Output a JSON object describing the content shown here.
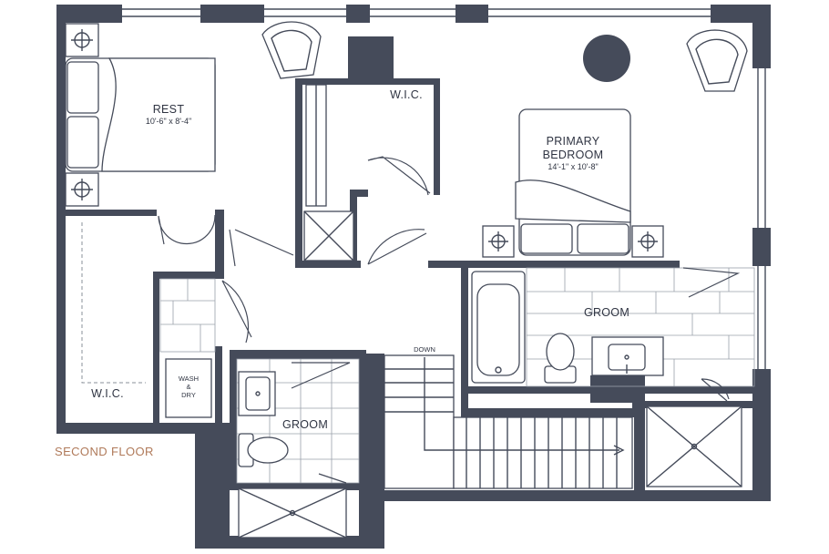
{
  "floor_label": "SECOND FLOOR",
  "rooms": {
    "rest": {
      "name": "REST",
      "dimensions": "10'-6\" x 8'-4\""
    },
    "wic_upper": {
      "name": "W.I.C."
    },
    "primary": {
      "name_line1": "PRIMARY",
      "name_line2": "BEDROOM",
      "dimensions": "14'-1\" x 10'-8\""
    },
    "wic_left": {
      "name": "W.I.C."
    },
    "laundry": {
      "line1": "WASH",
      "line2": "&",
      "line3": "DRY"
    },
    "groom_primary": {
      "name": "GROOM"
    },
    "groom_secondary": {
      "name": "GROOM"
    },
    "stairs": {
      "label": "DOWN"
    }
  },
  "colors": {
    "wall": "#454b5a",
    "floor_label": "#b07a5a"
  }
}
